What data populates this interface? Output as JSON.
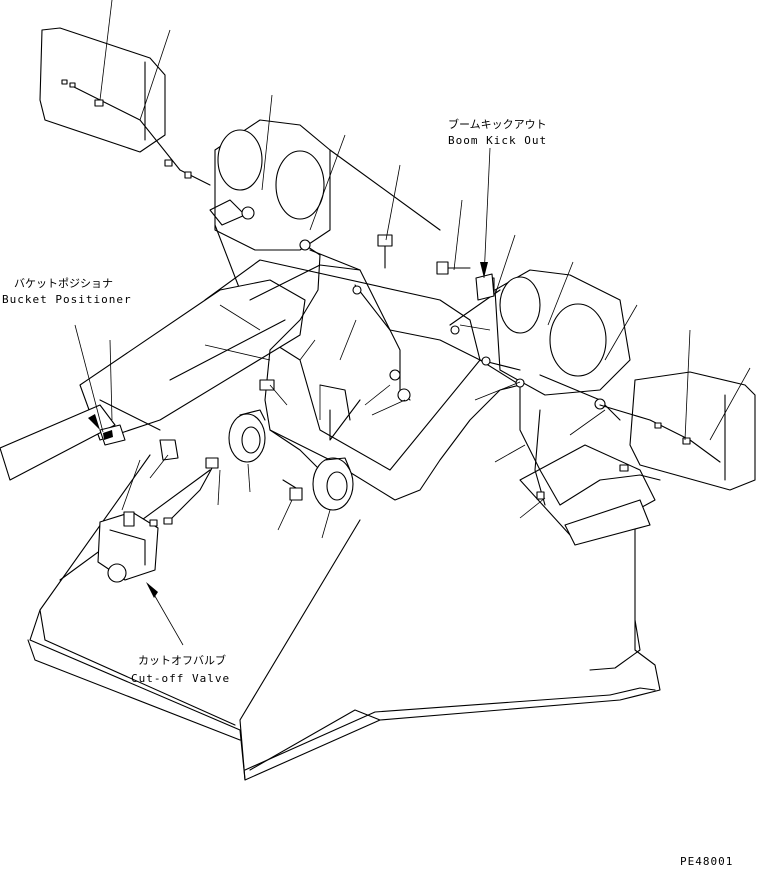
{
  "labels": {
    "boom_kick_out_jp": "ブームキックアウト",
    "boom_kick_out_en": "Boom Kick Out",
    "bucket_positioner_jp": "バケットポジショナ",
    "bucket_positioner_en": "Bucket Positioner",
    "cutoff_valve_jp": "カットオフバルブ",
    "cutoff_valve_en": "Cut-off Valve"
  },
  "drawing_number": "PE48001",
  "colors": {
    "ink": "#000000",
    "paper": "#ffffff"
  }
}
